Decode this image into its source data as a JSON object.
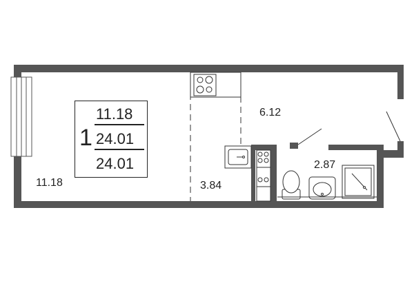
{
  "summary_box": {
    "rooms": "1",
    "living_area": "11.18",
    "total_area": "24.01",
    "total_area_2": "24.01"
  },
  "room_areas": {
    "living_room": "11.18",
    "kitchen": "3.84",
    "hall": "6.12",
    "bathroom": "2.87"
  },
  "colors": {
    "wall": "#555555",
    "line": "#333333",
    "fixture_fill": "#ffffff"
  },
  "icons": [
    "window-icon",
    "stove-icon",
    "sink-icon",
    "fridge-icon",
    "toilet-icon",
    "washbasin-icon",
    "shower-icon",
    "door-swing-icon"
  ]
}
